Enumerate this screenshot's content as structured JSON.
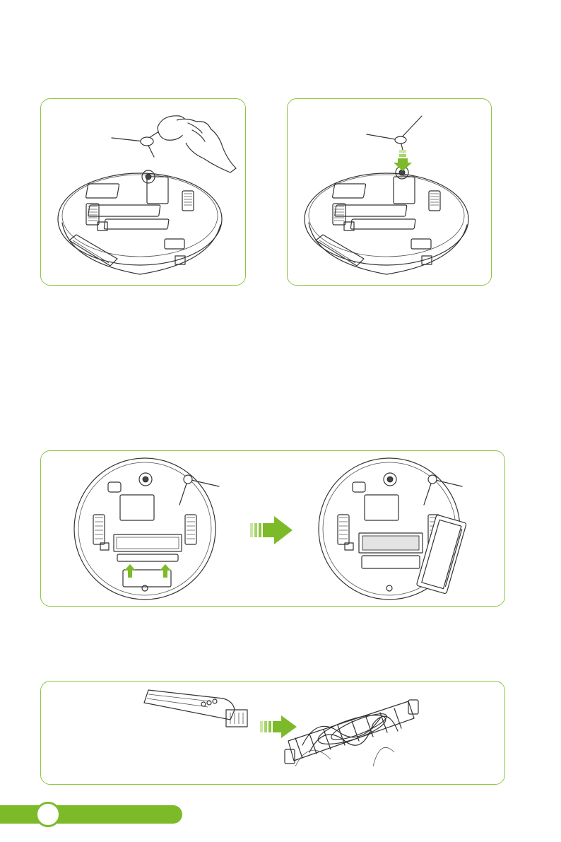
{
  "page": {
    "number": ""
  },
  "colors": {
    "accent": "#8cc63f",
    "footer": "#7cba2a",
    "arrow": "#7cba2a",
    "line": "#333333"
  },
  "panels": [
    {
      "id": "p1",
      "illustration": "wipe-side-brush-with-cloth"
    },
    {
      "id": "p2",
      "illustration": "reinstall-side-brush"
    },
    {
      "id": "p3",
      "illustration": "remove-main-brush-cover"
    },
    {
      "id": "p4",
      "illustration": "clean-main-brush-with-tool"
    }
  ]
}
